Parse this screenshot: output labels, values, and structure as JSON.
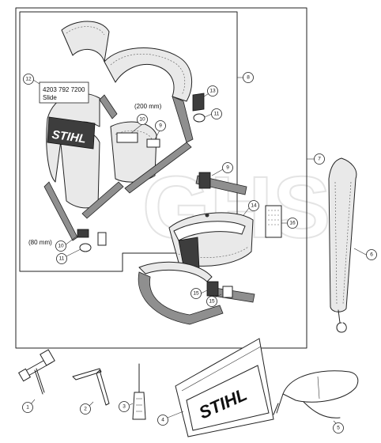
{
  "part_label": {
    "part_number": "4203 792 7200",
    "description": "Slide"
  },
  "dimensions": {
    "top": "(200 mm)",
    "bottom": "(80 mm)"
  },
  "brand": "STIHL",
  "watermark": "GHS",
  "callouts": {
    "c1": "1",
    "c2": "2",
    "c3": "3",
    "c4": "4",
    "c5": "5",
    "c6": "6",
    "c7": "7",
    "c8": "8",
    "c9a": "9",
    "c9b": "9",
    "c10a": "10",
    "c10b": "10",
    "c11a": "11",
    "c11b": "11",
    "c12": "12",
    "c13": "13",
    "c14": "14",
    "c15a": "15",
    "c15b": "15",
    "c16": "16"
  }
}
